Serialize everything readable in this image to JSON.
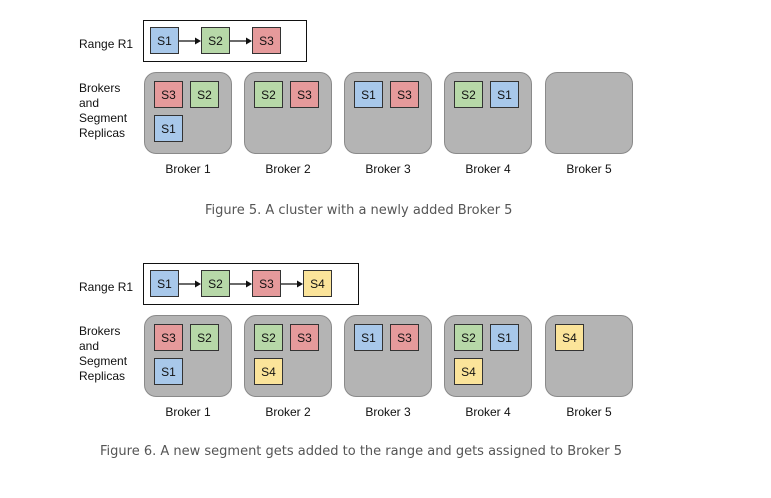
{
  "colors": {
    "S1": "#a8c8ea",
    "S2": "#b7d8a8",
    "S3": "#e59a9b",
    "S4": "#fbe49a",
    "broker_bg": "#b4b4b4"
  },
  "figures": [
    {
      "range_label": "Range R1",
      "brokers_label": [
        "Brokers",
        "and",
        "Segment",
        "Replicas"
      ],
      "range_segments": [
        "S1",
        "S2",
        "S3"
      ],
      "brokers": [
        {
          "name": "Broker 1",
          "rows": [
            [
              "S3",
              "S2"
            ],
            [
              "S1"
            ]
          ]
        },
        {
          "name": "Broker 2",
          "rows": [
            [
              "S2",
              "S3"
            ]
          ]
        },
        {
          "name": "Broker 3",
          "rows": [
            [
              "S1",
              "S3"
            ]
          ]
        },
        {
          "name": "Broker 4",
          "rows": [
            [
              "S2",
              "S1"
            ]
          ]
        },
        {
          "name": "Broker 5",
          "rows": []
        }
      ],
      "caption": "Figure 5. A cluster with a newly added Broker 5"
    },
    {
      "range_label": "Range R1",
      "brokers_label": [
        "Brokers",
        "and",
        "Segment",
        "Replicas"
      ],
      "range_segments": [
        "S1",
        "S2",
        "S3",
        "S4"
      ],
      "brokers": [
        {
          "name": "Broker 1",
          "rows": [
            [
              "S3",
              "S2"
            ],
            [
              "S1"
            ]
          ]
        },
        {
          "name": "Broker 2",
          "rows": [
            [
              "S2",
              "S3"
            ],
            [
              "S4"
            ]
          ]
        },
        {
          "name": "Broker 3",
          "rows": [
            [
              "S1",
              "S3"
            ]
          ]
        },
        {
          "name": "Broker 4",
          "rows": [
            [
              "S2",
              "S1"
            ],
            [
              "S4"
            ]
          ]
        },
        {
          "name": "Broker 5",
          "rows": [
            [
              "S4"
            ]
          ]
        }
      ],
      "caption": "Figure 6. A new segment gets added to the range and gets assigned to Broker 5"
    }
  ]
}
